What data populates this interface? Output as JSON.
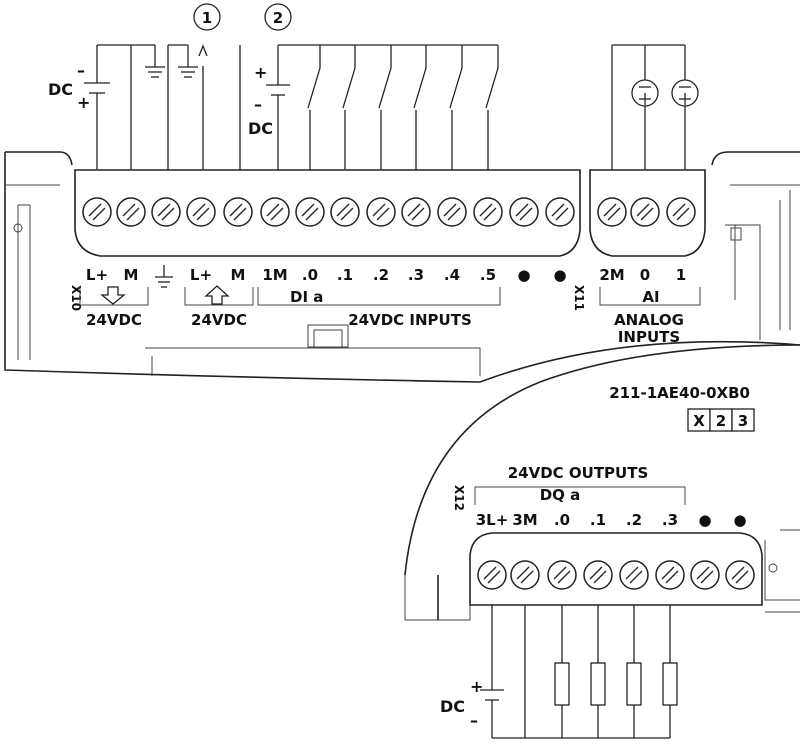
{
  "callouts": [
    "1",
    "2"
  ],
  "power_supply_labels": {
    "dc_left": "DC",
    "dc_inputs": "DC",
    "dc_outputs": "DC",
    "plus": "+",
    "minus": "–"
  },
  "x10": {
    "connector_id": "X10",
    "terminals": [
      "L+",
      "M",
      "",
      "L+",
      "M"
    ],
    "group_sensor_out": "24VDC",
    "group_sensor_in": "24VDC"
  },
  "inputs": {
    "terminals": [
      "1M",
      ".0",
      ".1",
      ".2",
      ".3",
      ".4",
      ".5",
      "●",
      "●"
    ],
    "group_label": "DI a",
    "caption": "24VDC INPUTS"
  },
  "x11": {
    "connector_id": "X11",
    "terminals": [
      "2M",
      "0",
      "1"
    ],
    "group_label": "AI",
    "caption_line1": "ANALOG",
    "caption_line2": "INPUTS"
  },
  "part_number": "211-1AE40-0XB0",
  "version_boxes": [
    "X",
    "2",
    "3"
  ],
  "x12": {
    "connector_id": "X12",
    "caption": "24VDC OUTPUTS",
    "group_label": "DQ a",
    "terminals": [
      "3L+",
      "3M",
      ".0",
      ".1",
      ".2",
      ".3",
      "●",
      "●"
    ]
  }
}
